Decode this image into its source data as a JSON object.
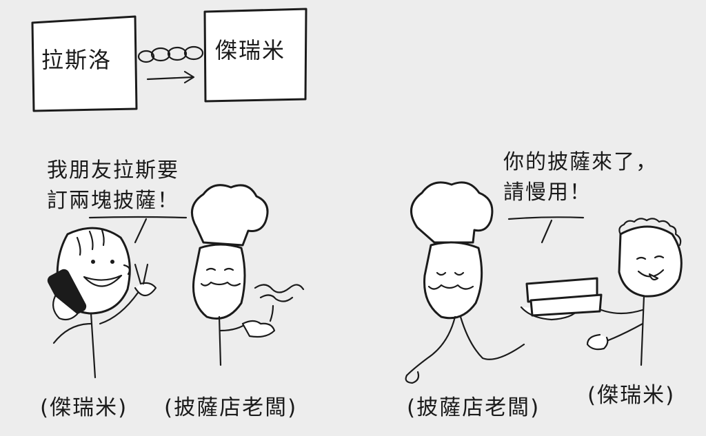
{
  "diagram": {
    "left_box_label": "拉斯洛",
    "right_box_label": "傑瑞米"
  },
  "scene_left": {
    "speech": "我朋友拉斯要訂兩塊披薩！",
    "speech_line1": "我朋友拉斯要",
    "speech_line2": "訂兩塊披薩！",
    "caption_customer": "(傑瑞米)",
    "caption_owner": "(披薩店老闆)"
  },
  "scene_right": {
    "speech_line1": "你的披薩來了，",
    "speech_line2": "請慢用！",
    "caption_owner": "(披薩店老闆)",
    "caption_customer": "(傑瑞米)"
  }
}
